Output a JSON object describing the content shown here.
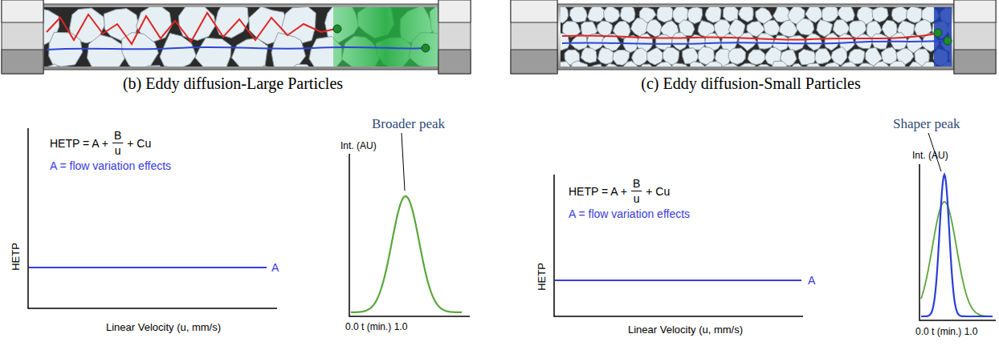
{
  "diagram": {
    "labels": [
      "(b)  Eddy diffusion-Large Particles",
      "(c) Eddy diffusion-Small Particles",
      "HETP = A +",
      "B",
      "u",
      "+ Cu",
      "A = flow variation effects",
      "HETP",
      "A",
      "Linear Velocity (u, mm/s)",
      "Int. (AU)",
      "Broader peak",
      "0.0  t (min.)  1.0",
      "HETP = A +",
      "B",
      "u",
      "+ Cu",
      "A = flow variation effects",
      "HETP",
      "A",
      "Linear Velocity (u, mm/s)",
      "Int. (AU)",
      "Shaper peak",
      "0.0  t (min.)  1.0"
    ]
  }
}
